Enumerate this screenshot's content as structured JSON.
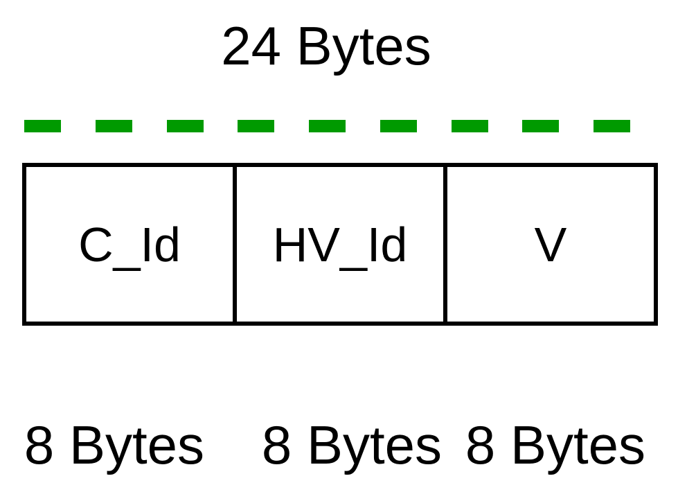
{
  "diagram": {
    "title": "24 Bytes",
    "dash_color": "#009A00",
    "dash_count": 9,
    "cells": [
      {
        "label": "C_Id",
        "size": "8 Bytes"
      },
      {
        "label": "HV_Id",
        "size": "8 Bytes"
      },
      {
        "label": "V",
        "size": "8 Bytes"
      }
    ]
  }
}
